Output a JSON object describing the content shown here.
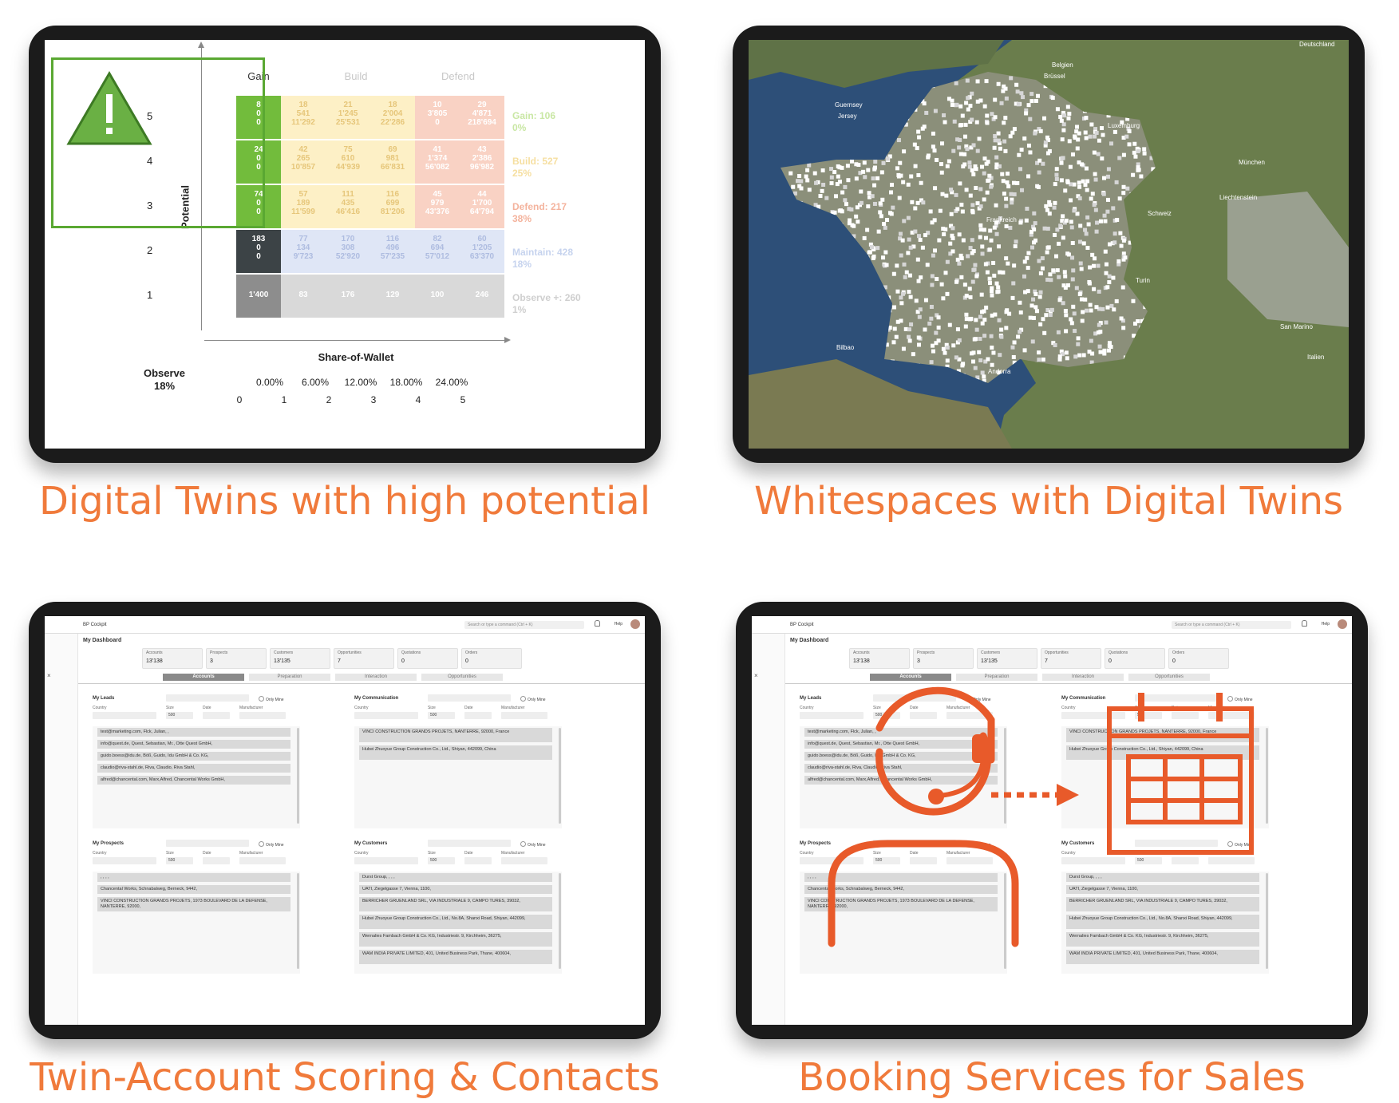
{
  "captions": {
    "top_left": "Digital Twins with high potential",
    "top_right": "Whitespaces with Digital Twins",
    "bottom_left": "Twin-Account Scoring & Contacts",
    "bottom_right": "Booking Services for Sales"
  },
  "matrix": {
    "headers": [
      "Gain",
      "Build",
      "Defend"
    ],
    "y_axis_label": "Potential",
    "x_axis_label": "Share-of-Wallet",
    "row_labels": [
      "5",
      "4",
      "3",
      "2",
      "1"
    ],
    "pct_labels": [
      "0.00%",
      "6.00%",
      "12.00%",
      "18.00%",
      "24.00%"
    ],
    "col_labels": [
      "0",
      "1",
      "2",
      "3",
      "4",
      "5"
    ],
    "observe_label": "Observe",
    "observe_pct": "18%",
    "warning_icon": "warning-triangle-icon",
    "rows": [
      [
        [
          "8",
          "0",
          "0"
        ],
        [
          "18",
          "541",
          "11'292"
        ],
        [
          "21",
          "1'245",
          "25'531"
        ],
        [
          "18",
          "2'004",
          "22'286"
        ],
        [
          "10",
          "3'805",
          "0"
        ],
        [
          "29",
          "4'871",
          "218'694"
        ]
      ],
      [
        [
          "24",
          "0",
          "0"
        ],
        [
          "42",
          "265",
          "10'857"
        ],
        [
          "75",
          "610",
          "44'939"
        ],
        [
          "69",
          "981",
          "66'831"
        ],
        [
          "41",
          "1'374",
          "56'082"
        ],
        [
          "43",
          "2'386",
          "96'982"
        ]
      ],
      [
        [
          "74",
          "0",
          "0"
        ],
        [
          "57",
          "189",
          "11'599"
        ],
        [
          "111",
          "435",
          "46'416"
        ],
        [
          "116",
          "699",
          "81'206"
        ],
        [
          "45",
          "979",
          "43'376"
        ],
        [
          "44",
          "1'700",
          "64'794"
        ]
      ],
      [
        [
          "183",
          "0",
          "0"
        ],
        [
          "77",
          "134",
          "9'723"
        ],
        [
          "170",
          "308",
          "52'920"
        ],
        [
          "116",
          "496",
          "57'235"
        ],
        [
          "82",
          "694",
          "57'012"
        ],
        [
          "60",
          "1'205",
          "63'370"
        ]
      ],
      [
        [
          "1'400"
        ],
        [
          "83"
        ],
        [
          "176"
        ],
        [
          "129"
        ],
        [
          "100"
        ],
        [
          "246"
        ]
      ]
    ],
    "legend": [
      {
        "name": "Gain: 106",
        "pct": "0%",
        "color": "#c9e7a4"
      },
      {
        "name": "Build: 527",
        "pct": "25%",
        "color": "#f6dfa0"
      },
      {
        "name": "Defend: 217",
        "pct": "38%",
        "color": "#f4b39d"
      },
      {
        "name": "Maintain: 428",
        "pct": "18%",
        "color": "#c6d3ee"
      },
      {
        "name": "Observe +: 260",
        "pct": "1%",
        "color": "#cfcfcf"
      }
    ],
    "colors": {
      "gain": "#72bc3c",
      "build": "#fdf0c6",
      "defend": "#f9d2c4",
      "maintain": "#dfe6f6",
      "observe": "#d9d9d9",
      "dark": "#3c4346",
      "mid": "#8d8d8d"
    }
  },
  "map": {
    "labels": [
      "Deutschland",
      "Belgien",
      "Brüssel",
      "Luxemburg",
      "Guernsey",
      "Jersey",
      "Frankreich",
      "Schweiz",
      "Liechtenstein",
      "München",
      "Andorra",
      "Italien",
      "Turin",
      "Bilbao",
      "San Marino"
    ]
  },
  "dashboard": {
    "app_title": "BP Cockpit",
    "page_title": "My Dashboard",
    "search_placeholder": "Search or type a command (Ctrl + K)",
    "help": "Help",
    "close_mark": "×",
    "kpis": [
      {
        "label": "Accounts",
        "value": "13'138"
      },
      {
        "label": "Prospects",
        "value": "3"
      },
      {
        "label": "Customers",
        "value": "13'135"
      },
      {
        "label": "Opportunities",
        "value": "7"
      },
      {
        "label": "Quotations",
        "value": "0"
      },
      {
        "label": "Orders",
        "value": "0"
      }
    ],
    "tabs": [
      "Accounts",
      "Preparation",
      "Interaction",
      "Opportunities"
    ],
    "only_mine": "Only Mine",
    "filters": {
      "country": "Country",
      "size": "Size",
      "date": "Date",
      "manufacturer": "Manufacturer",
      "size_value": "500"
    },
    "leads": {
      "title": "My Leads",
      "rows": [
        "test@marketing.com,  Flck, Julian, ,",
        "info@quest.de,  Quest, Sebastian, Mr.,  Otte Quest GmbH,",
        "guido.boess@idu.de,  Böß, Guido,  Idu GmbH & Co. KG,",
        "claudio@riva-stahl.de,  Riva, Claudio,  Riva Stahl,",
        "alfred@chancental.com,  Marx,Alfred,  Chancental Works GmbH,"
      ]
    },
    "communication": {
      "title": "My Communication",
      "rows": [
        "VINCI CONSTRUCTION GRANDS PROJETS,  NANTERRE,  92000,  France",
        "Hubei Zhuoyue Group Construction Co., Ltd., Shiyan,  442099,  China"
      ]
    },
    "prospects": {
      "title": "My Prospects",
      "rows": [
        ", , , ,",
        "Chancental Works,  Schnabalweg,  Berneck,  9442,",
        "VINCI CONSTRUCTION GRANDS PROJETS,  1973 BOULEVARD DE LA DEFENSE,  NANTERRE,  92000,"
      ]
    },
    "customers": {
      "title": "My Customers",
      "rows": [
        "Durst Group, , , ,",
        "UATI,  Ziegelgasse 7,  Vienna,  1100,",
        "BERRICHER GRUENLAND SRL,  VIA INDUSTRIALE 9,  CAMPO TURES,  39032,",
        "Hubei Zhuoyue Group Construction Co., Ltd.,  No.8A, Shanxi Road, Shiyan,  442099,",
        "Wernalies Fambach GmbH & Co. KG,  Industriestr. 9,  Kirchheim,  36275,",
        "WAM INDIA PRIVATE LIMITED,  401, United Business Park,  Thane,  400604,"
      ]
    }
  },
  "booking_icons": {
    "agent": "headset-agent-icon",
    "arrow": "dotted-arrow-icon",
    "calendar": "calendar-icon",
    "accent": "#e85a2a"
  }
}
